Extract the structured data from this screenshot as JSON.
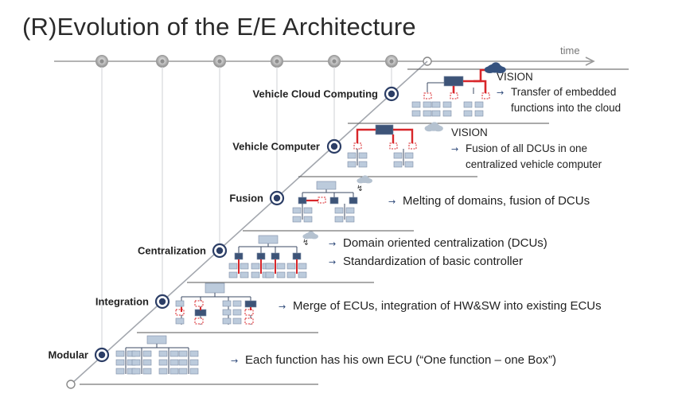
{
  "title": "(R)Evolution of the E/E Architecture",
  "timeline": {
    "label": "time"
  },
  "arrow_glyph": "→",
  "levels": [
    {
      "id": "modular",
      "label": "Modular",
      "lines": [
        "Each function has his own ECU (“One function – one Box”)"
      ]
    },
    {
      "id": "integration",
      "label": "Integration",
      "lines": [
        "Merge of ECUs, integration of HW&SW into existing ECUs"
      ]
    },
    {
      "id": "centralization",
      "label": "Centralization",
      "lines": [
        "Domain oriented centralization (DCUs)",
        "Standardization of basic controller"
      ]
    },
    {
      "id": "fusion",
      "label": "Fusion",
      "lines": [
        "Melting of domains, fusion of DCUs"
      ]
    },
    {
      "id": "vehicle-computer",
      "label": "Vehicle Computer",
      "heading": "VISION",
      "lines": [
        "Fusion of all DCUs in one",
        "centralized vehicle computer"
      ]
    },
    {
      "id": "vehicle-cloud-computing",
      "label": "Vehicle Cloud Computing",
      "heading": "VISION",
      "lines": [
        "Transfer of embedded",
        "functions into  the cloud"
      ]
    }
  ],
  "colors": {
    "accent_red": "#d8262a",
    "dark_box": "#3d5478",
    "light_box": "#bccbdc",
    "node_ring": "#2c3e66",
    "line_gray": "#8a8f98",
    "cloud": "#b5c2d0"
  }
}
